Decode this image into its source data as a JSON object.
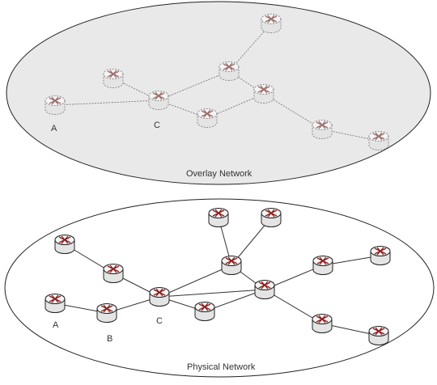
{
  "overlay": {
    "title": "Overlay Network",
    "fill": "#e9e9e9",
    "node_style": "dashed-gray",
    "node_labels": {
      "A": "A",
      "C": "C"
    }
  },
  "physical": {
    "title": "Physical Network",
    "fill": "#ffffff",
    "node_style": "solid",
    "node_labels": {
      "A": "A",
      "B": "B",
      "C": "C"
    }
  },
  "colors": {
    "ellipse_stroke": "#222222",
    "link": "#333333",
    "overlay_link": "#777777",
    "router_body": "#e4e4e4",
    "router_top": "#f4f4f4",
    "arrow": "#8b1a1a"
  },
  "icons": {
    "node": "router-icon"
  }
}
